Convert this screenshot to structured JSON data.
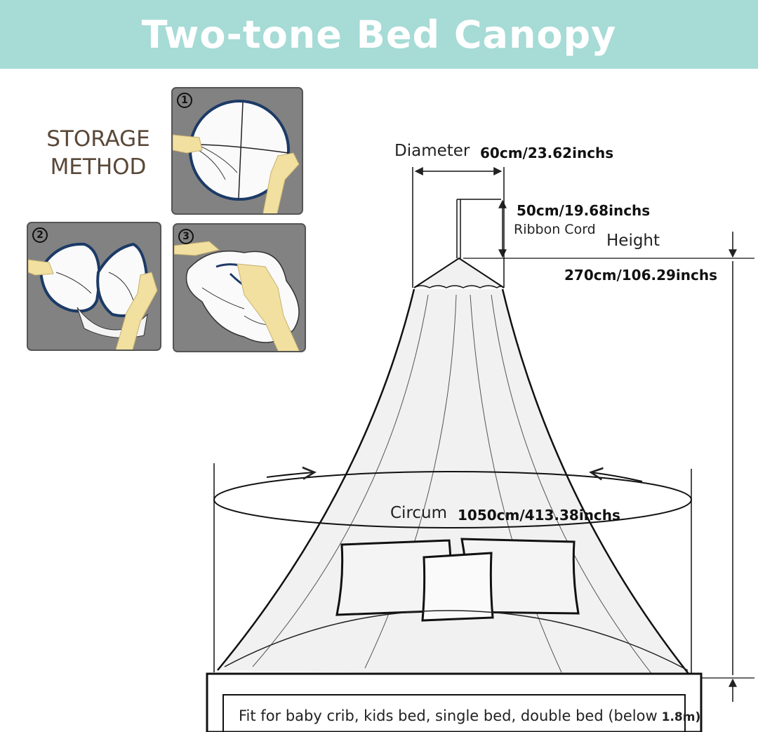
{
  "header": {
    "title": "Two-tone Bed Canopy"
  },
  "storage": {
    "title_line1": "STORAGE",
    "title_line2": "METHOD",
    "steps": [
      {
        "number": "1"
      },
      {
        "number": "2"
      },
      {
        "number": "3"
      }
    ]
  },
  "dimensions": {
    "diameter_label": "Diameter",
    "diameter_value": "60cm/23.62inchs",
    "ribbon_value": "50cm/19.68inchs",
    "ribbon_label": "Ribbon Cord",
    "height_label": "Height",
    "height_value": "270cm/106.29inchs",
    "circum_label": "Circum",
    "circum_value": "1050cm/413.38inchs"
  },
  "fit_note": {
    "text": "Fit for baby crib, kids bed, single bed, double bed (below",
    "size": "1.8m)"
  },
  "colors": {
    "banner_bg": "#a6dbd6",
    "banner_text": "#ffffff",
    "panel_bg": "#828282",
    "hand_color": "#f1e0a0",
    "ring_color": "#1c3a66",
    "storage_text": "#5a4838"
  }
}
